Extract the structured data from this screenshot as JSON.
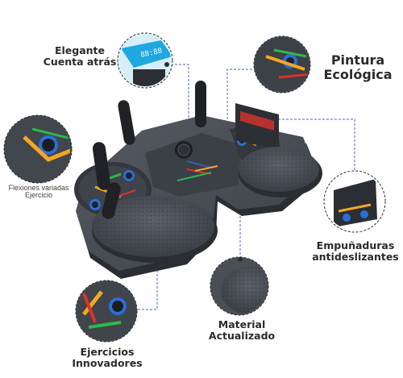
{
  "labels": {
    "countdown": {
      "line1": "Elegante",
      "line2": "Cuenta atrás"
    },
    "paint": {
      "line1": "Pintura",
      "line2": "Ecológica"
    },
    "pushup": {
      "line1": "Flexiones variadas",
      "line2": "Ejercicio"
    },
    "grips": {
      "line1": "Empuñaduras",
      "line2": "antideslizantes"
    },
    "material": {
      "line1": "Material",
      "line2": "Actualizado"
    },
    "exercises": {
      "line1": "Ejercicios",
      "line2": "Innovadores"
    }
  },
  "colors": {
    "board": "#4a4e55",
    "board_dark": "#2e3136",
    "accent_blue": "#3a5bb0",
    "accent_yellow": "#f5a623",
    "accent_green": "#2fb84a",
    "accent_red": "#d9332b",
    "callout_line": "#6b84c7"
  },
  "icons": [
    "countdown-display-icon",
    "zoom-detail-icon"
  ]
}
